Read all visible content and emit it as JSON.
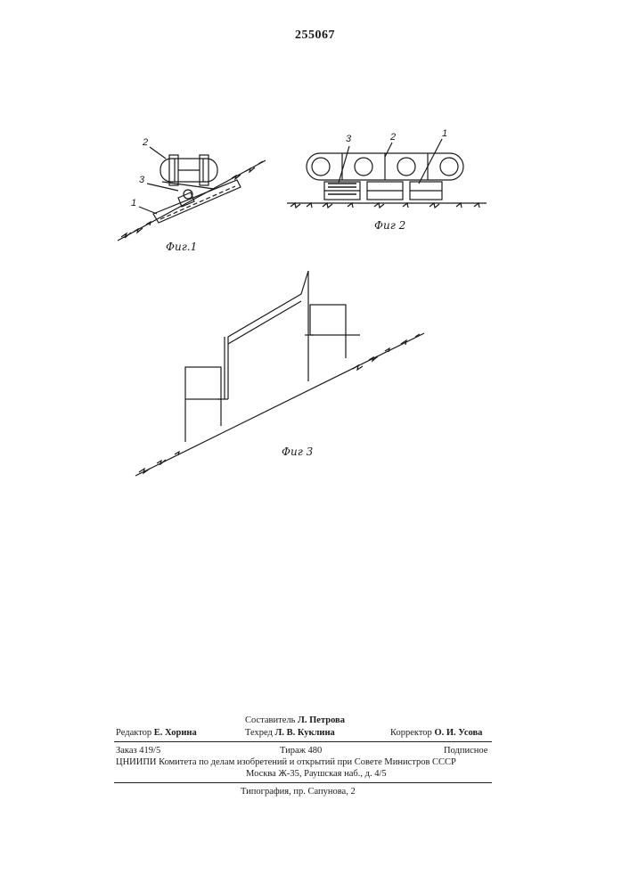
{
  "patent_number": "255067",
  "figures": {
    "fig1": {
      "caption": "Фиг.1",
      "callouts": [
        "2",
        "3",
        "1"
      ]
    },
    "fig2": {
      "caption": "Фиг 2",
      "callouts": [
        "3",
        "2",
        "1"
      ]
    },
    "fig3": {
      "caption": "Фиг 3"
    }
  },
  "imprint": {
    "compiler_label": "Составитель",
    "compiler_name": "Л. Петрова",
    "editor_label": "Редактор",
    "editor_name": "Е. Хорина",
    "techred_label": "Техред",
    "techred_name": "Л. В. Куклина",
    "corrector_label": "Корректор",
    "corrector_name": "О. И. Усова",
    "order": "Заказ 419/5",
    "circulation": "Тираж 480",
    "subscription": "Подписное",
    "institute": "ЦНИИПИ Комитета по делам изобретений и открытий при Совете Министров СССР",
    "address": "Москва Ж-35, Раушская наб., д. 4/5",
    "printer": "Типография, пр. Сапунова, 2"
  }
}
